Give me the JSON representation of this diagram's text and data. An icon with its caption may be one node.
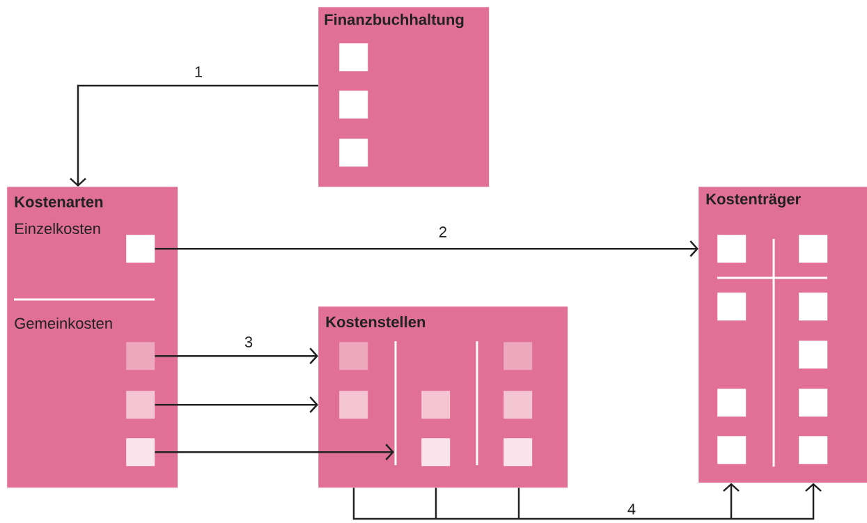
{
  "diagram": {
    "nodes": [
      {
        "text": [
          "Finanzbuchhaltung"
        ]
      },
      {
        "text": [],
        "shape": "box",
        "in": 0
      },
      {
        "text": [],
        "shape": "box",
        "in": 0
      },
      {
        "text": [],
        "shape": "box",
        "in": 0
      },
      {
        "text": [
          "Kostenarten",
          "Einzelkosten",
          "Gemeinkosten"
        ]
      },
      {
        "text": [],
        "shape": "box",
        "in": 4
      },
      {
        "text": [],
        "shape": "box",
        "in": 4
      },
      {
        "text": [],
        "shape": "box",
        "in": 4
      },
      {
        "text": [],
        "shape": "box",
        "in": 4
      },
      {
        "text": [
          "Kostenträger"
        ]
      },
      {
        "text": [],
        "shape": "box",
        "in": 9
      },
      {
        "text": [],
        "shape": "box",
        "in": 9
      },
      {
        "text": [],
        "shape": "box",
        "in": 9
      },
      {
        "text": [],
        "shape": "box",
        "in": 9
      },
      {
        "text": [],
        "shape": "box",
        "in": 9
      },
      {
        "text": [],
        "shape": "box",
        "in": 9
      },
      {
        "text": [],
        "shape": "box",
        "in": 9
      },
      {
        "text": [],
        "shape": "box",
        "in": 9
      },
      {
        "text": [],
        "shape": "box",
        "in": 9
      },
      {
        "text": [
          "Kostenstellen"
        ]
      },
      {
        "text": [],
        "shape": "box",
        "in": 19
      },
      {
        "text": [],
        "shape": "box",
        "in": 19
      },
      {
        "text": [],
        "shape": "box",
        "in": 19
      },
      {
        "text": [],
        "shape": "box",
        "in": 19
      },
      {
        "text": [],
        "shape": "box",
        "in": 19
      },
      {
        "text": [],
        "shape": "box",
        "in": 19
      },
      {
        "text": [],
        "shape": "box",
        "in": 19
      }
    ],
    "edges": [
      {
        "from": 0,
        "to": 4,
        "arrow": "to",
        "label": "1"
      },
      {
        "from": 5,
        "to": 9,
        "arrow": "to",
        "label": "2"
      },
      {
        "from": 6,
        "to": 19,
        "arrow": "to",
        "label": "3"
      },
      {
        "from": 7,
        "to": 19,
        "arrow": "to"
      },
      {
        "from": 8,
        "to": 19,
        "arrow": "to"
      },
      {
        "from": 19,
        "to": 9,
        "arrow": "to",
        "label": "4"
      }
    ]
  }
}
